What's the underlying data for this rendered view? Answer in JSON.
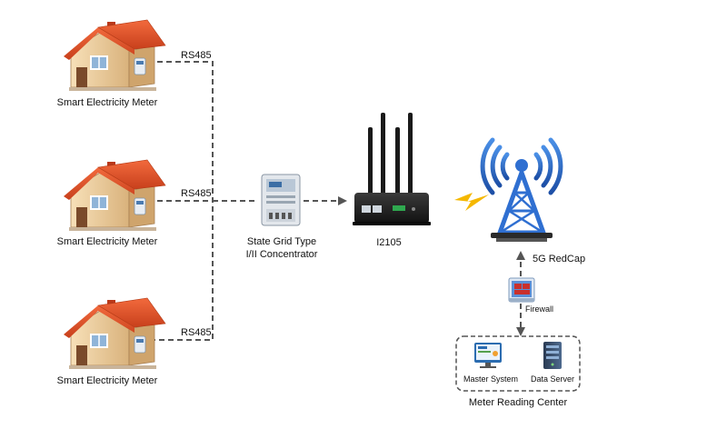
{
  "meters": [
    {
      "label": "Smart Electricity Meter",
      "link": "RS485"
    },
    {
      "label": "Smart Electricity Meter",
      "link": "RS485"
    },
    {
      "label": "Smart Electricity Meter",
      "link": "RS485"
    }
  ],
  "concentrator": {
    "line1": "State Grid Type",
    "line2": "I/II Concentrator"
  },
  "router": {
    "label": "I2105"
  },
  "tower": {
    "label": "5G RedCap"
  },
  "firewall": {
    "label": "Firewall"
  },
  "center": {
    "title": "Meter Reading Center",
    "master": "Master System",
    "server": "Data Server"
  },
  "colors": {
    "roof": "#e2522b",
    "wall": "#f0d3a4",
    "link": "#555555",
    "tower_blue": "#2f6fd1",
    "bolt": "#f5b800"
  }
}
